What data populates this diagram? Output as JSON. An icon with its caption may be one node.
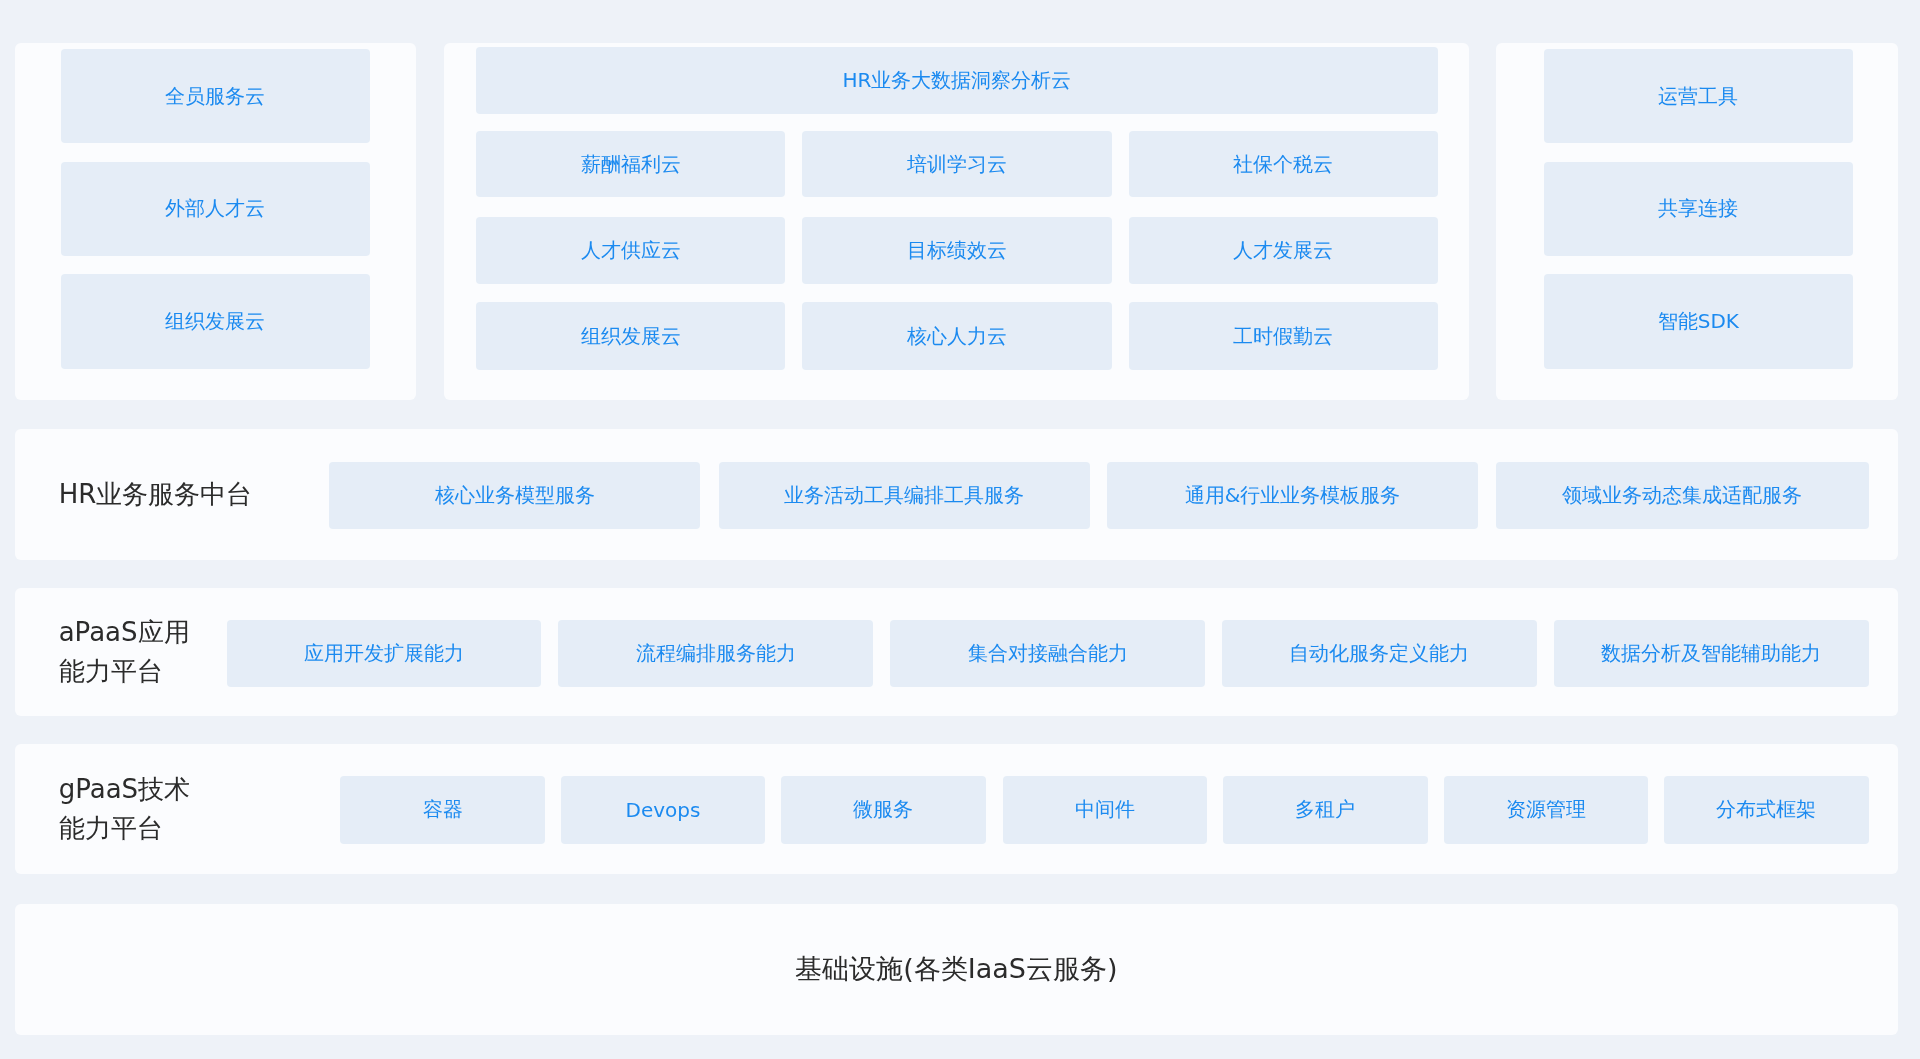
{
  "diagram": {
    "nodes": [
      {
        "text": [],
        "shape": "box"
      },
      {
        "text": [
          "全员服务云"
        ],
        "in": 0
      },
      {
        "text": [
          "外部人才云"
        ],
        "in": 0
      },
      {
        "text": [
          "组织发展云"
        ],
        "in": 0
      },
      {
        "text": [],
        "shape": "box"
      },
      {
        "text": [
          "HR业务大数据洞察分析云"
        ],
        "in": 4
      },
      {
        "text": [
          "薪酬福利云"
        ],
        "in": 4
      },
      {
        "text": [
          "培训学习云"
        ],
        "in": 4
      },
      {
        "text": [
          "社保个税云"
        ],
        "in": 4
      },
      {
        "text": [
          "人才供应云"
        ],
        "in": 4
      },
      {
        "text": [
          "目标绩效云"
        ],
        "in": 4
      },
      {
        "text": [
          "人才发展云"
        ],
        "in": 4
      },
      {
        "text": [
          "组织发展云"
        ],
        "in": 4
      },
      {
        "text": [
          "核心人力云"
        ],
        "in": 4
      },
      {
        "text": [
          "工时假勤云"
        ],
        "in": 4
      },
      {
        "text": [],
        "shape": "box"
      },
      {
        "text": [
          "运营工具"
        ],
        "in": 15
      },
      {
        "text": [
          "共享连接"
        ],
        "in": 15
      },
      {
        "text": [
          "智能SDK"
        ],
        "in": 15
      },
      {
        "text": [
          "HR业务服务中台"
        ]
      },
      {
        "text": [
          "核心业务模型服务"
        ],
        "in": 19
      },
      {
        "text": [
          "业务活动工具编排工具服务"
        ],
        "in": 19
      },
      {
        "text": [
          "通用&行业业务模板服务"
        ],
        "in": 19
      },
      {
        "text": [
          "领域业务动态集成适配服务"
        ],
        "in": 19
      },
      {
        "text": [
          "aPaaS应用能力平台"
        ]
      },
      {
        "text": [
          "应用开发扩展能力"
        ],
        "in": 24
      },
      {
        "text": [
          "流程编排服务能力"
        ],
        "in": 24
      },
      {
        "text": [
          "集合对接融合能力"
        ],
        "in": 24
      },
      {
        "text": [
          "自动化服务定义能力"
        ],
        "in": 24
      },
      {
        "text": [
          "数据分析及智能辅助能力"
        ],
        "in": 24
      },
      {
        "text": [
          "gPaaS技术能力平台"
        ]
      },
      {
        "text": [
          "容器"
        ],
        "in": 30
      },
      {
        "text": [
          "Devops"
        ],
        "in": 30
      },
      {
        "text": [
          "微服务"
        ],
        "in": 30
      },
      {
        "text": [
          "中间件"
        ],
        "in": 30
      },
      {
        "text": [
          "多租户"
        ],
        "in": 30
      },
      {
        "text": [
          "资源管理"
        ],
        "in": 30
      },
      {
        "text": [
          "分布式框架"
        ],
        "in": 30
      },
      {
        "text": [
          "基础设施(各类IaaS云服务)"
        ]
      }
    ]
  }
}
